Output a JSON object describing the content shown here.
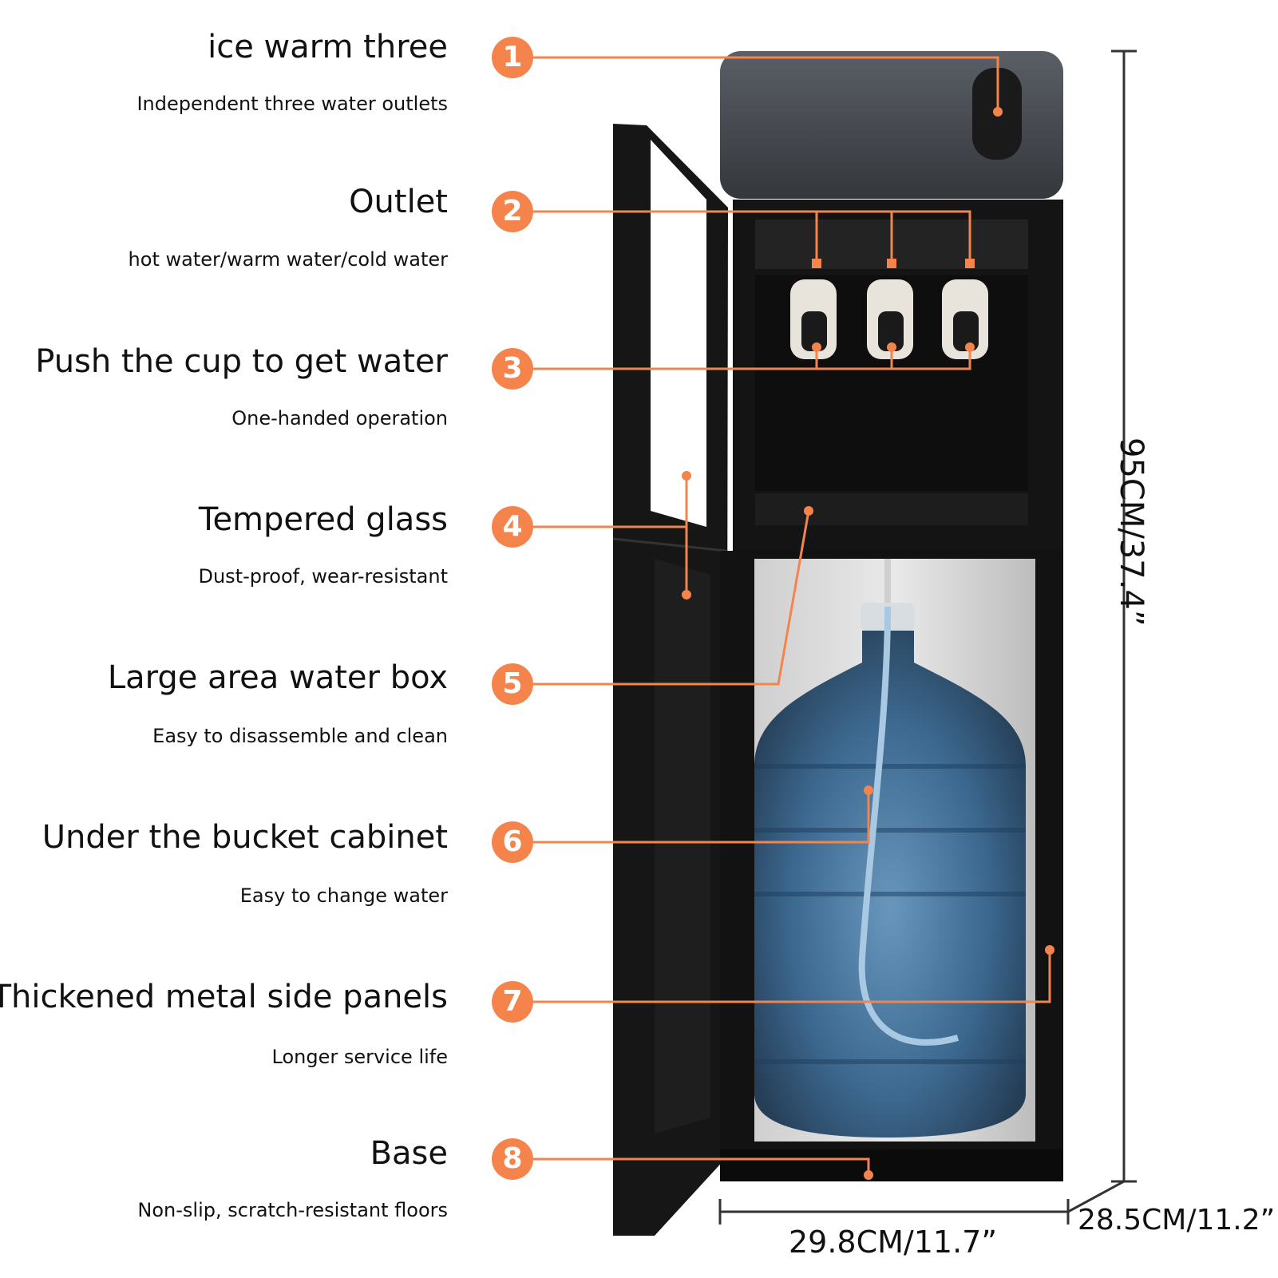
{
  "features": [
    {
      "number": "1",
      "title": "ice warm three",
      "subtitle": "Independent three water outlets"
    },
    {
      "number": "2",
      "title": "Outlet",
      "subtitle": "hot water/warm water/cold water"
    },
    {
      "number": "3",
      "title": "Push the cup to get water",
      "subtitle": "One-handed operation"
    },
    {
      "number": "4",
      "title": "Tempered glass",
      "subtitle": "Dust-proof, wear-resistant"
    },
    {
      "number": "5",
      "title": "Large area water box",
      "subtitle": "Easy to disassemble and clean"
    },
    {
      "number": "6",
      "title": "Under the bucket cabinet",
      "subtitle": "Easy to change water"
    },
    {
      "number": "7",
      "title": "Thickened metal side panels",
      "subtitle": "Longer service life"
    },
    {
      "number": "8",
      "title": "Base",
      "subtitle": "Non-slip, scratch-resistant floors"
    }
  ],
  "dimensions": {
    "height": "95CM/37.4”",
    "width": "29.8CM/11.7”",
    "depth": "28.5CM/11.2”"
  },
  "colors": {
    "accent": "#f4844c",
    "body": "#141414",
    "panel": "#4a4e54",
    "bottle": "#2f5f8a"
  }
}
